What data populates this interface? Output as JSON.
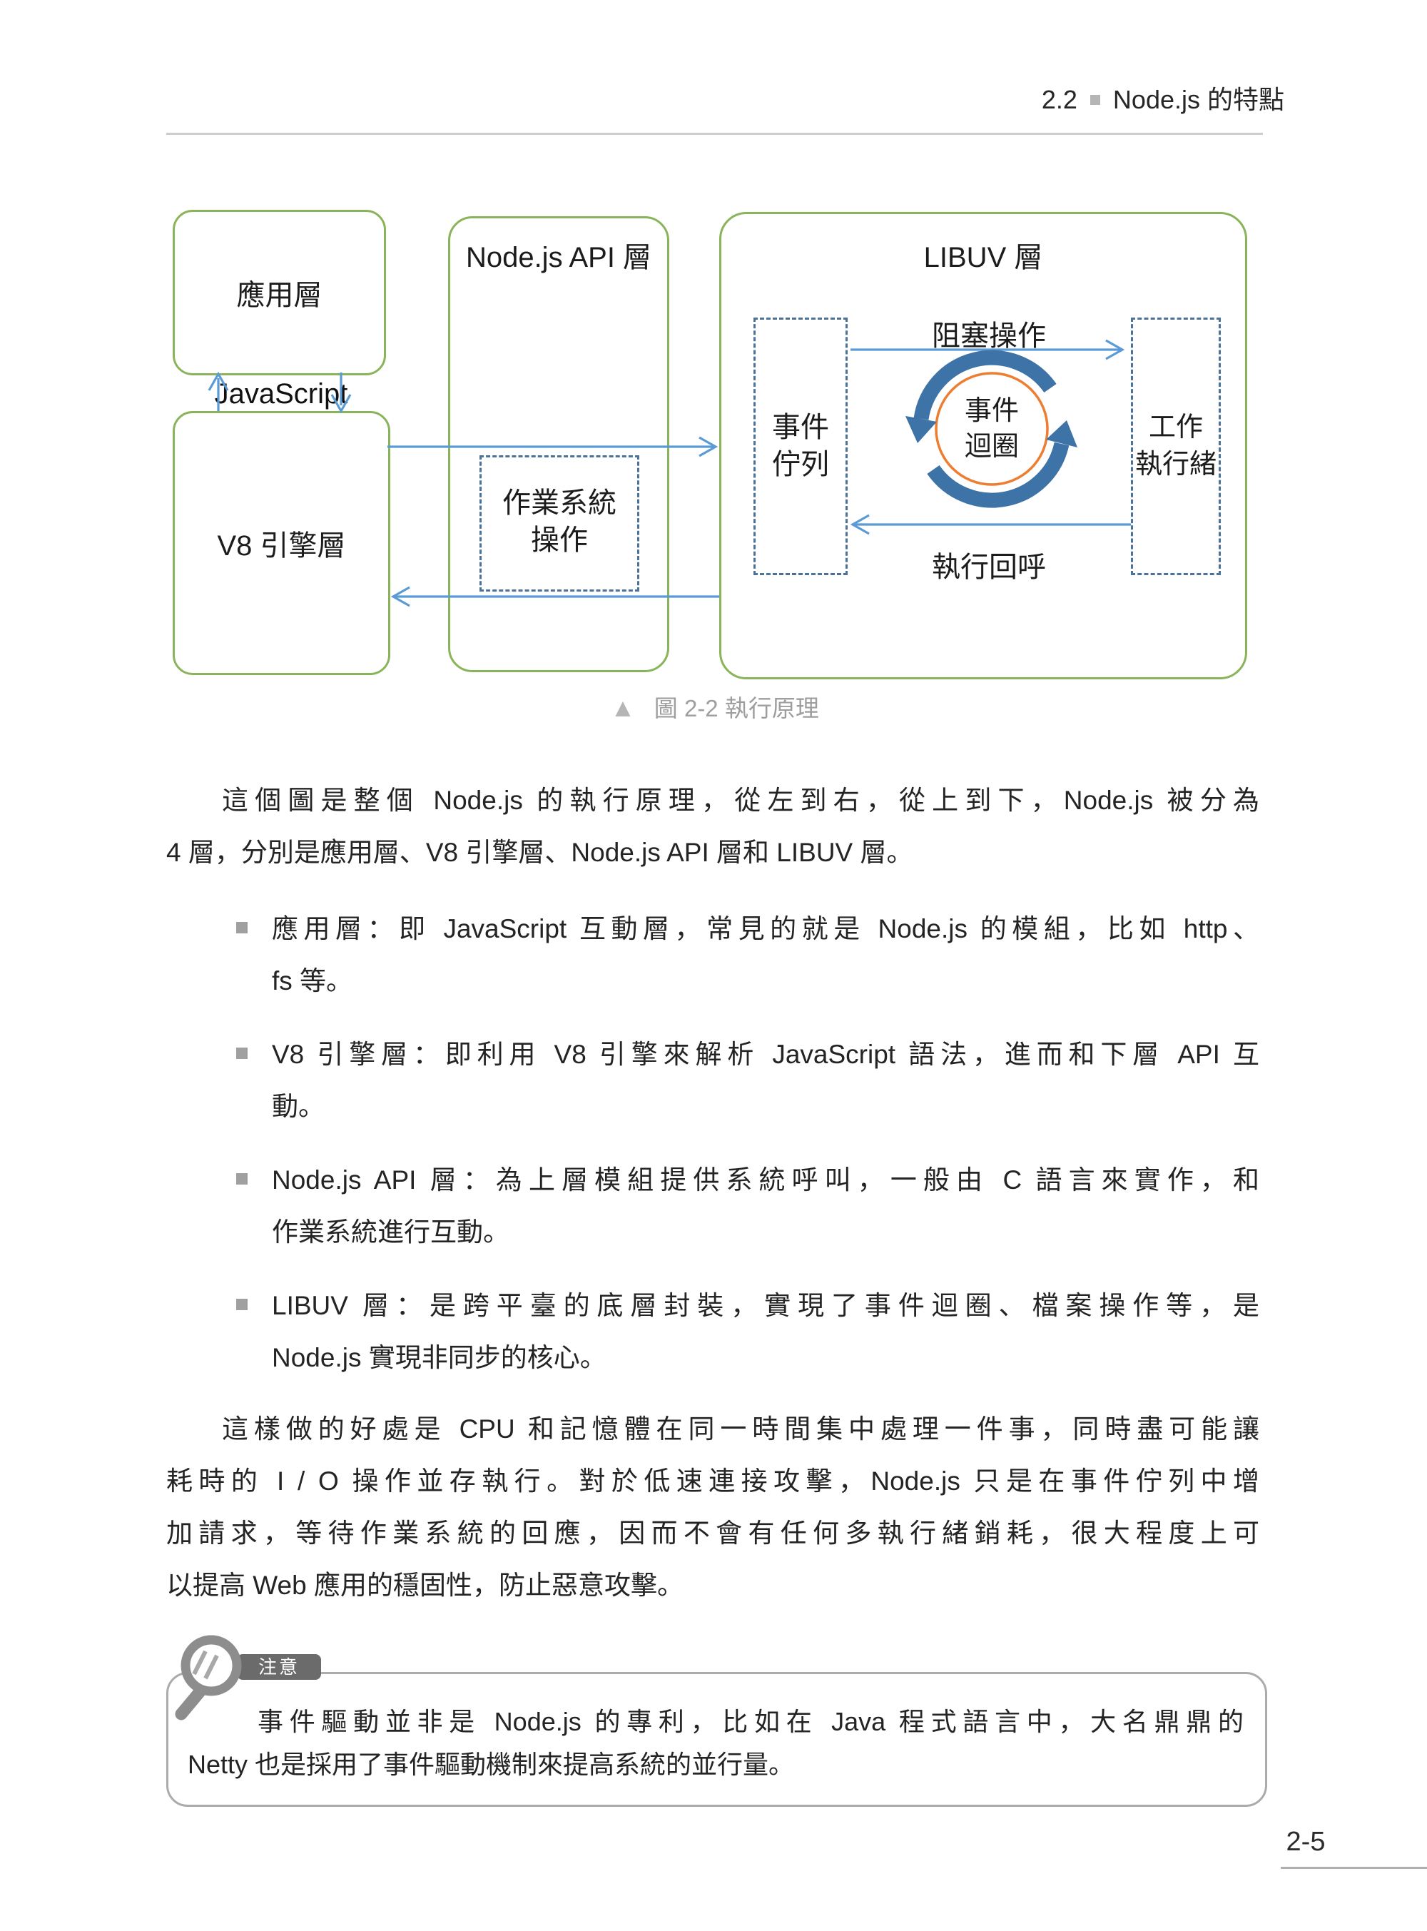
{
  "header": {
    "section": "2.2",
    "marker": "square-bullet",
    "title": "Node.js 的特點"
  },
  "figure": {
    "app_box": "應用層",
    "js_label": "JavaScript",
    "v8_box": "V8 引擎層",
    "api_box": "Node.js API 層",
    "os_box": [
      "作業系統",
      "操作"
    ],
    "libuv_box": "LIBUV 層",
    "queue_box": [
      "事件",
      "佇列"
    ],
    "worker_box": [
      "工作",
      "執行緒"
    ],
    "loop_circle": [
      "事件",
      "迴圈"
    ],
    "blocking_label": "阻塞操作",
    "callback_label": "執行回呼",
    "colors": {
      "box_green": "#8ab45a",
      "arrow_blue": "#5b9bd5",
      "loop_arc_blue": "#3d73a6",
      "loop_circle_orange": "#ed7d31",
      "dashed_border": "#4d7298"
    }
  },
  "caption": {
    "marker": "▲",
    "text": "圖 2-2  執行原理"
  },
  "para1": {
    "lines": [
      "這個圖是整個 Node.js 的執行原理，從左到右，從上到下，Node.js 被分為",
      "4 層，分別是應用層、V8 引擎層、Node.js API 層和 LIBUV 層。"
    ]
  },
  "bullets": [
    {
      "lines": [
        "應用層：即 JavaScript 互動層，常見的就是 Node.js 的模組，比如 http、",
        "fs 等。"
      ]
    },
    {
      "lines": [
        "V8 引擎層：即利用 V8 引擎來解析 JavaScript 語法，進而和下層 API 互",
        "動。"
      ]
    },
    {
      "lines": [
        "Node.js API 層：為上層模組提供系統呼叫，一般由 C 語言來實作，和",
        "作業系統進行互動。"
      ]
    },
    {
      "lines": [
        "LIBUV 層：是跨平臺的底層封裝，實現了事件迴圈、檔案操作等，是",
        "Node.js 實現非同步的核心。"
      ]
    }
  ],
  "para2": {
    "lines": [
      "這樣做的好處是 CPU 和記憶體在同一時間集中處理一件事，同時盡可能讓",
      "耗時的 I / O 操作並存執行。對於低速連接攻擊，Node.js 只是在事件佇列中增",
      "加請求，等待作業系統的回應，因而不會有任何多執行緒銷耗，很大程度上可",
      "以提高 Web 應用的穩固性，防止惡意攻擊。"
    ]
  },
  "note": {
    "tab": "注意",
    "lines": [
      "事件驅動並非是 Node.js 的專利，比如在 Java 程式語言中，大名鼎鼎的",
      "Netty 也是採用了事件驅動機制來提高系統的並行量。"
    ]
  },
  "footer": {
    "page_number": "2-5"
  }
}
